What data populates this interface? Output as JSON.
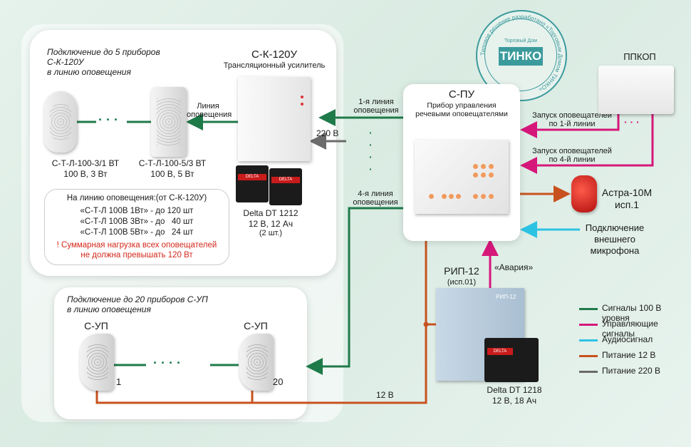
{
  "seal": {
    "ring_text": "Типовое решение разработано «Торговым Домом ТИНКО»",
    "brand": "ТИНКО",
    "brand_sub": "Торговый Дом"
  },
  "panel_top": {
    "title": "Подключение до 5 приборов\nС-К-120У\nв линию оповещения",
    "speaker1_label": "С-Т-Л-100-3/1 ВТ\n100 В, 3 Вт",
    "speaker2_label": "С-Т-Л-100-5/3 ВТ\n100 В, 5 Вт",
    "line_label": "Линия\nоповещения",
    "amp_title": "С-К-120У",
    "amp_subtitle": "Трансляционный усилитель",
    "battery_label": "Delta DT 1212\n12 В, 12 Ач",
    "battery_count": "(2 шт.)",
    "battery_brand": "DELTA",
    "dots": "· · ·",
    "note": {
      "header": "На линию оповещения:(от С-К-120У)",
      "rows": [
        "«С-Т-Л 100В 1Вт» - до 120 шт",
        "«С-Т-Л 100В 3Вт» - до   40 шт",
        "«С-Т-Л 100В 5Вт» - до   24 шт"
      ],
      "warning": "! Суммарная нагрузка всех оповещателей\nне должна превышать 120 Вт"
    }
  },
  "panel_bottom": {
    "title": "Подключение до 20 приборов С-УП\nв линию оповещения",
    "left_label": "С-УП",
    "right_label": "С-УП",
    "left_num": "1",
    "right_num": "20",
    "dots": "· · · ·"
  },
  "wires": {
    "line1": "1-я линия\nоповещения",
    "line4": "4-я линия\nоповещения",
    "v220": "220 В",
    "v12": "12 В",
    "avaria": "«Авария»",
    "launch1": "Запуск оповещателей\nпо 1-й линии",
    "launch4": "Запуск оповещателей\nпо 4-й линии",
    "vdots": "·\n·\n·\n·"
  },
  "spu": {
    "title": "С-ПУ",
    "subtitle": "Прибор управления\nречевыми оповещателями"
  },
  "ppkop": {
    "title": "ППКОП",
    "dots": "· · ·"
  },
  "astra": {
    "label": "Астра-10М\nисп.1"
  },
  "mic": {
    "label": "Подключение\nвнешнего\nмикрофона"
  },
  "rip": {
    "title": "РИП-12",
    "subtitle": "(исп.01)",
    "face_label": "РИП-12",
    "battery_label": "Delta DT 1218\n12 В, 18 Ач",
    "battery_brand": "DELTA"
  },
  "legend": [
    {
      "label": "Сигналы 100 В  уровня",
      "color": "#1f7a4a"
    },
    {
      "label": "Управляющие сигналы",
      "color": "#d6177a"
    },
    {
      "label": "Аудиосигнал",
      "color": "#2cc3e3"
    },
    {
      "label": "Питание 12 В",
      "color": "#c8521f"
    },
    {
      "label": "Питание 220 В",
      "color": "#6b6b6b"
    }
  ]
}
